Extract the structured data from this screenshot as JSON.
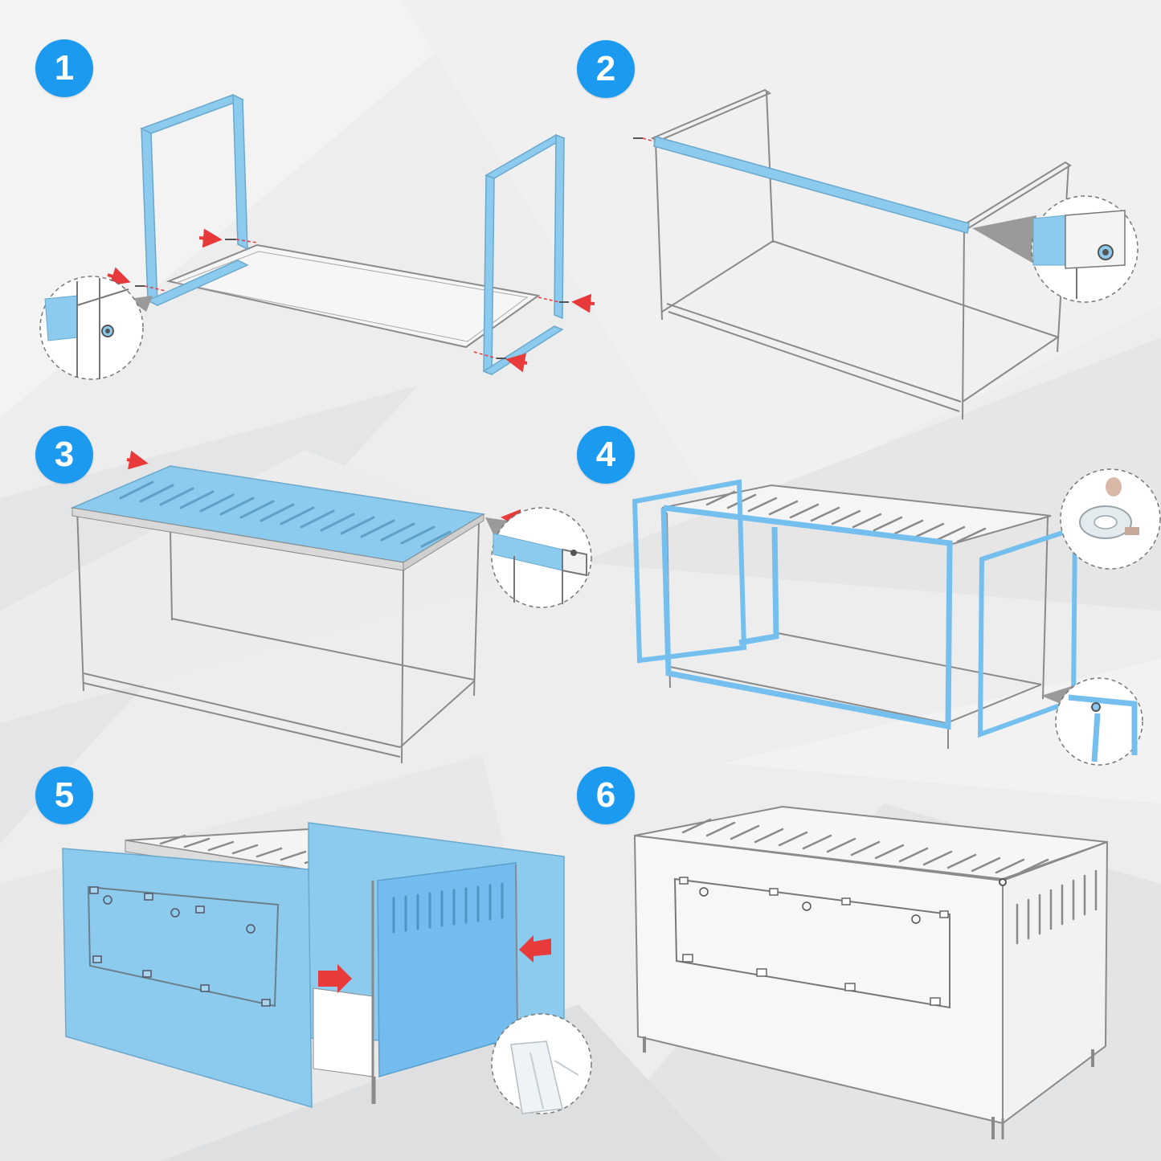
{
  "steps": [
    {
      "number": "1"
    },
    {
      "number": "2"
    },
    {
      "number": "3"
    },
    {
      "number": "4"
    },
    {
      "number": "5"
    },
    {
      "number": "6"
    }
  ],
  "colors": {
    "badge": "#1c9af0",
    "highlight": "#8ccbee",
    "panel_blue": "#74bfee",
    "frame_stroke": "#8a8a8a",
    "arrow_red": "#e83a3a",
    "background": "#eceded"
  },
  "icons": [
    "screw-icon",
    "red-arrow-icon",
    "zoom-detail-icon",
    "adhesive-tape-icon"
  ]
}
